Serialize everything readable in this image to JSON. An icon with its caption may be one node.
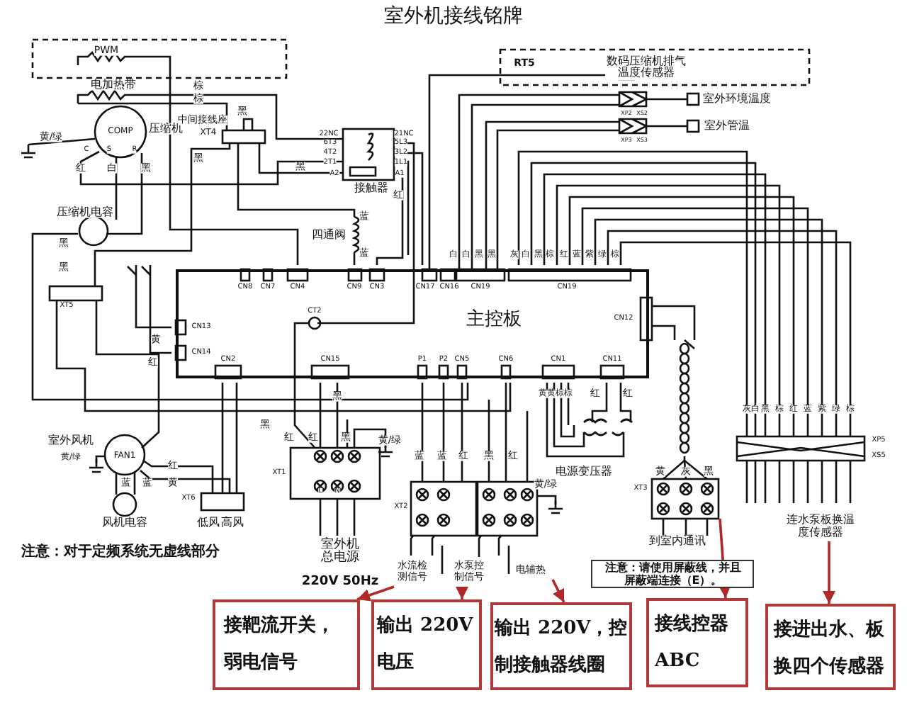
{
  "diagram": {
    "title": "室外机接线铭牌",
    "nodes": [
      {
        "text": [
          "主控板"
        ]
      },
      {
        "text": [
          "连水泵板换温度传感器"
        ]
      },
      {
        "text": [
          "水流检测信号"
        ]
      },
      {
        "text": [
          "水泵控制信号"
        ]
      },
      {
        "text": [
          "电辅热"
        ]
      },
      {
        "text": [
          "注意：请使用屏蔽线，并且屏蔽端连接（E）。"
        ]
      },
      {
        "text": [
          "接靶流开关，弱电信号"
        ]
      },
      {
        "text": [
          "输出 220V 电压"
        ]
      },
      {
        "text": [
          "输出 220V，控制接触器线圈"
        ]
      },
      {
        "text": [
          "接线控器 ABC"
        ]
      },
      {
        "text": [
          "接进出水、板换四个传感器"
        ]
      }
    ],
    "edges": [
      {
        "from": 2,
        "to": 6,
        "arrow": "to"
      },
      {
        "from": 3,
        "to": 7,
        "arrow": "to"
      },
      {
        "from": 4,
        "to": 8,
        "arrow": "to"
      },
      {
        "from": null,
        "to": 9,
        "arrow": "to"
      },
      {
        "from": 1,
        "to": 10,
        "arrow": "to"
      }
    ],
    "labels": [
      "PWM",
      "RT5",
      "数码压缩机排气温度传感器",
      "电加热带",
      "棕",
      "棕",
      "COMP",
      "压缩机",
      "黄/绿",
      "中间接线座",
      "XT4",
      "黑",
      "C",
      "S",
      "R",
      "红",
      "白",
      "黑",
      "黑",
      "22NC",
      "6T3",
      "4T2",
      "2T1",
      "A2",
      "21NC",
      "5L3",
      "3L2",
      "1L1",
      "A1",
      "黑",
      "接触器",
      "红",
      "压缩机电容",
      "蓝",
      "四通阀",
      "蓝",
      "黑",
      "黑",
      "XT5",
      "CN8",
      "CN7",
      "CN4",
      "CN9",
      "CN3",
      "CN17",
      "CN16",
      "CN19",
      "CN19",
      "室外环境温度",
      "XP2",
      "XS2",
      "室外管温",
      "XP3",
      "XS3",
      "白",
      "白",
      "黑",
      "黑",
      "灰",
      "白",
      "黑",
      "棕",
      "红",
      "蓝",
      "紫",
      "绿",
      "棕",
      "CT2",
      "CN12",
      "CN13",
      "黄",
      "CN14",
      "红",
      "CN2",
      "CN15",
      "P1",
      "P2",
      "CN5",
      "CN6",
      "CN1",
      "CN11",
      "黑",
      "黄",
      "黄",
      "棕",
      "棕",
      "红",
      "红",
      "灰",
      "白",
      "黑",
      "棕",
      "红",
      "蓝",
      "紫",
      "绿",
      "棕",
      "黑",
      "室外风机",
      "红",
      "红",
      "黑",
      "黄/绿",
      "XP5",
      "黄/绿",
      "FAN1",
      "蓝",
      "蓝",
      "红",
      "黑",
      "红",
      "XS5",
      "红",
      "XT1",
      "电源变压器",
      "黄",
      "灰",
      "黑",
      "蓝",
      "蓝",
      "黄",
      "L",
      "N",
      "黄/绿",
      "XT3",
      "XT6",
      "XT2",
      "风机电容",
      "低风",
      "高风",
      "注意：对于定频系统无虚线部分",
      "室外机总电源",
      "到室内通讯",
      "220V 50Hz"
    ]
  }
}
